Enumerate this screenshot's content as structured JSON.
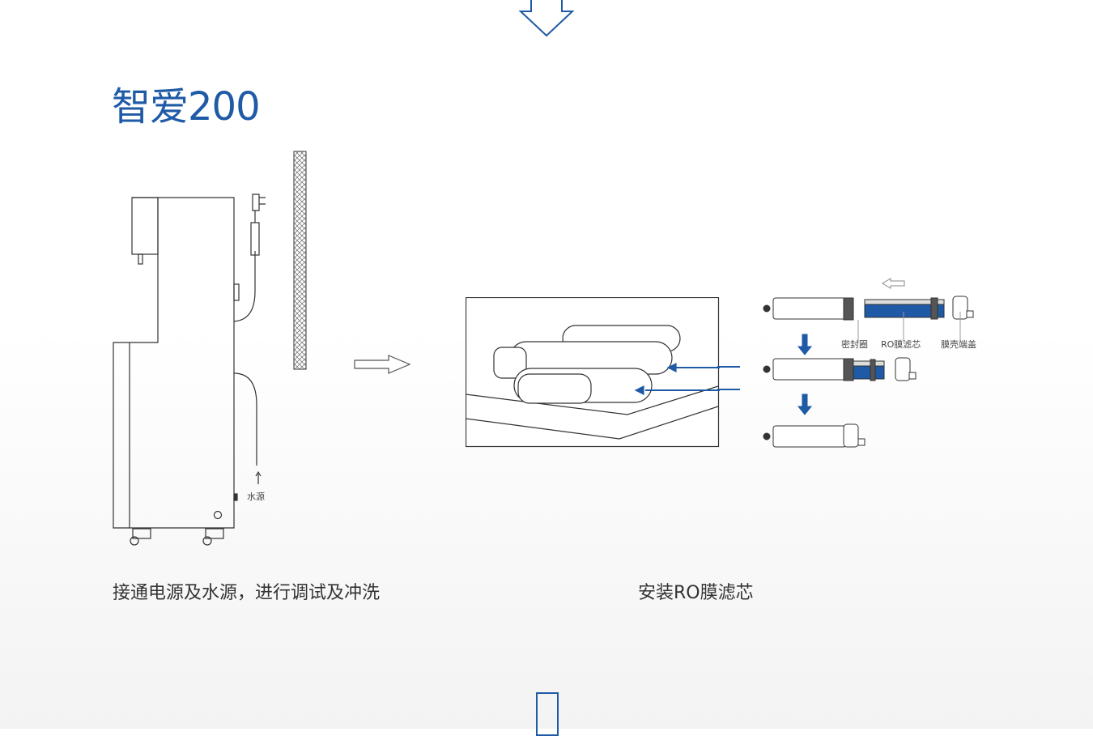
{
  "title": "智爱200",
  "left_figure": {
    "water_source_label": "水源",
    "caption": "接通电源及水源，进行调试及冲洗"
  },
  "right_figure": {
    "labels": {
      "seal_ring": "密封圈",
      "ro_membrane": "RO膜滤芯",
      "end_cap": "膜壳端盖"
    },
    "caption": "安装RO膜滤芯"
  },
  "colors": {
    "accent": "#1f5aa6"
  }
}
